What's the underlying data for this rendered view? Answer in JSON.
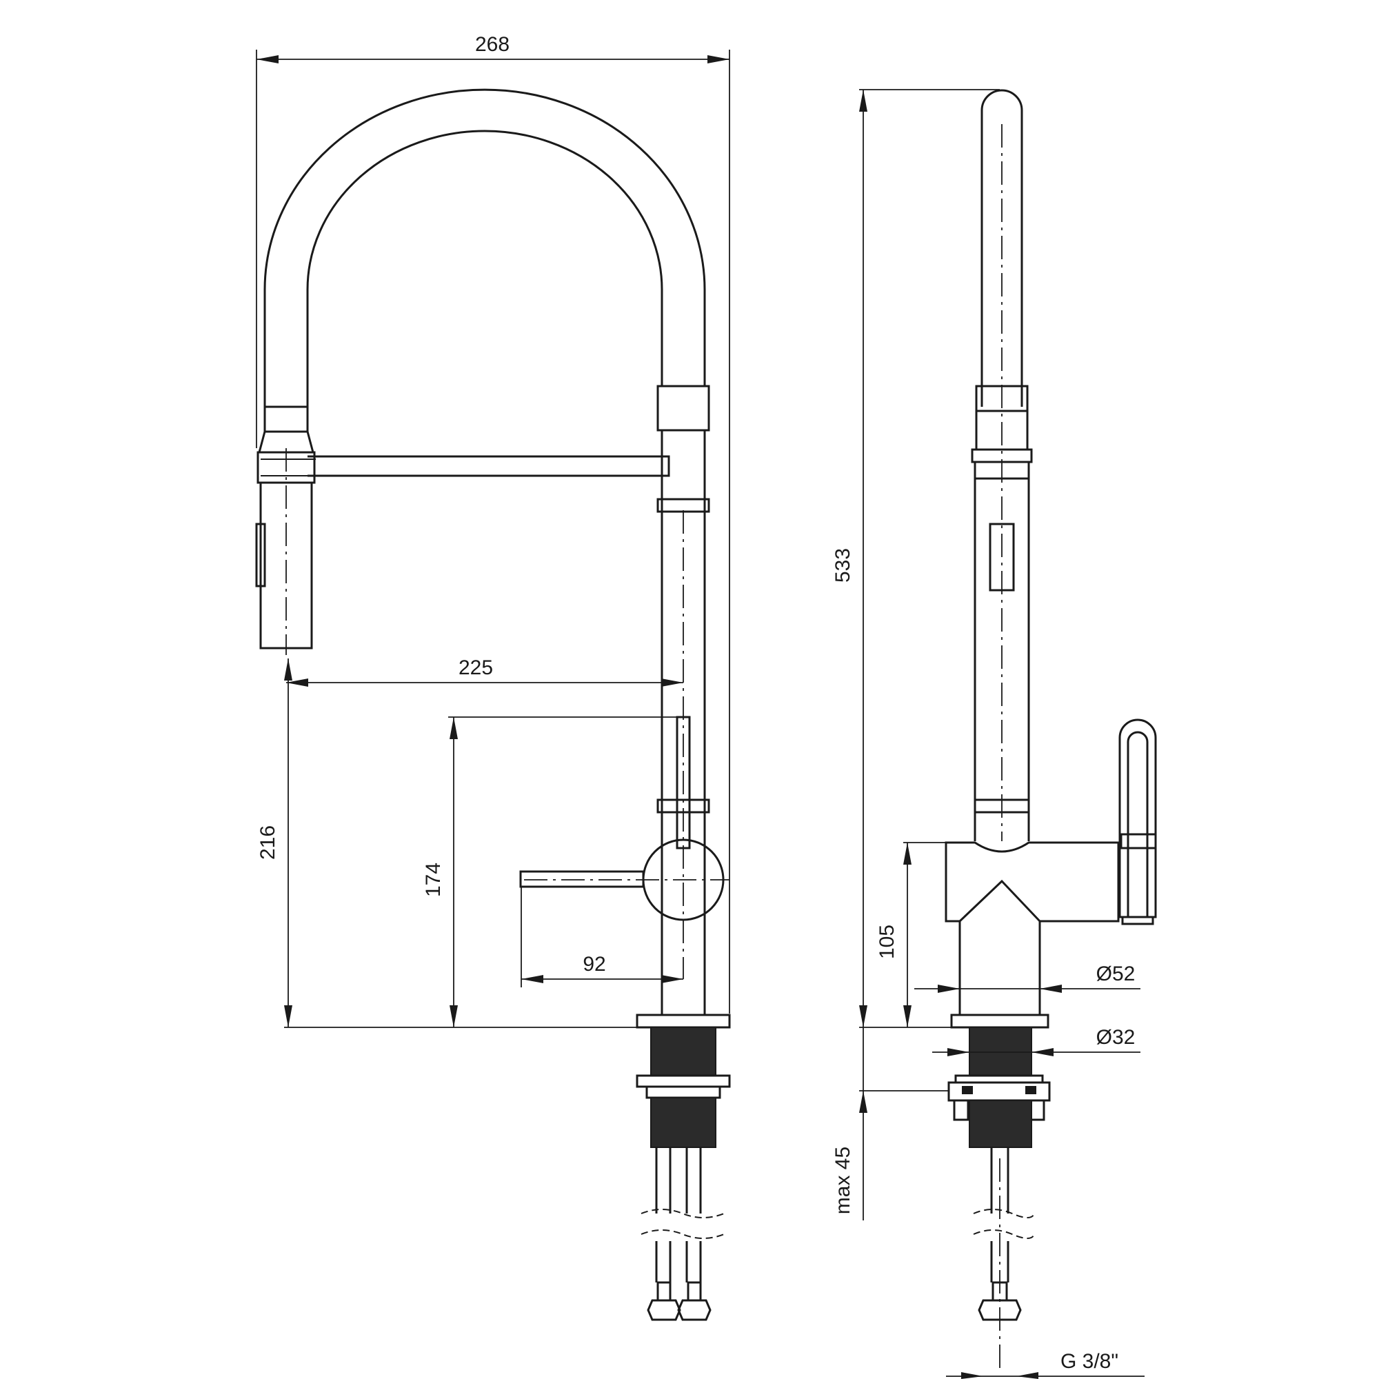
{
  "dimensions": {
    "overall_width": "268",
    "spout_reach": "225",
    "spout_outlet_height": "216",
    "lever_height": "174",
    "lever_length": "92",
    "total_height": "533",
    "body_height": "105",
    "body_diameter": "Ø52",
    "mount_diameter": "Ø32",
    "max_deck_thickness": "max 45",
    "connection_thread": "G 3/8\""
  }
}
